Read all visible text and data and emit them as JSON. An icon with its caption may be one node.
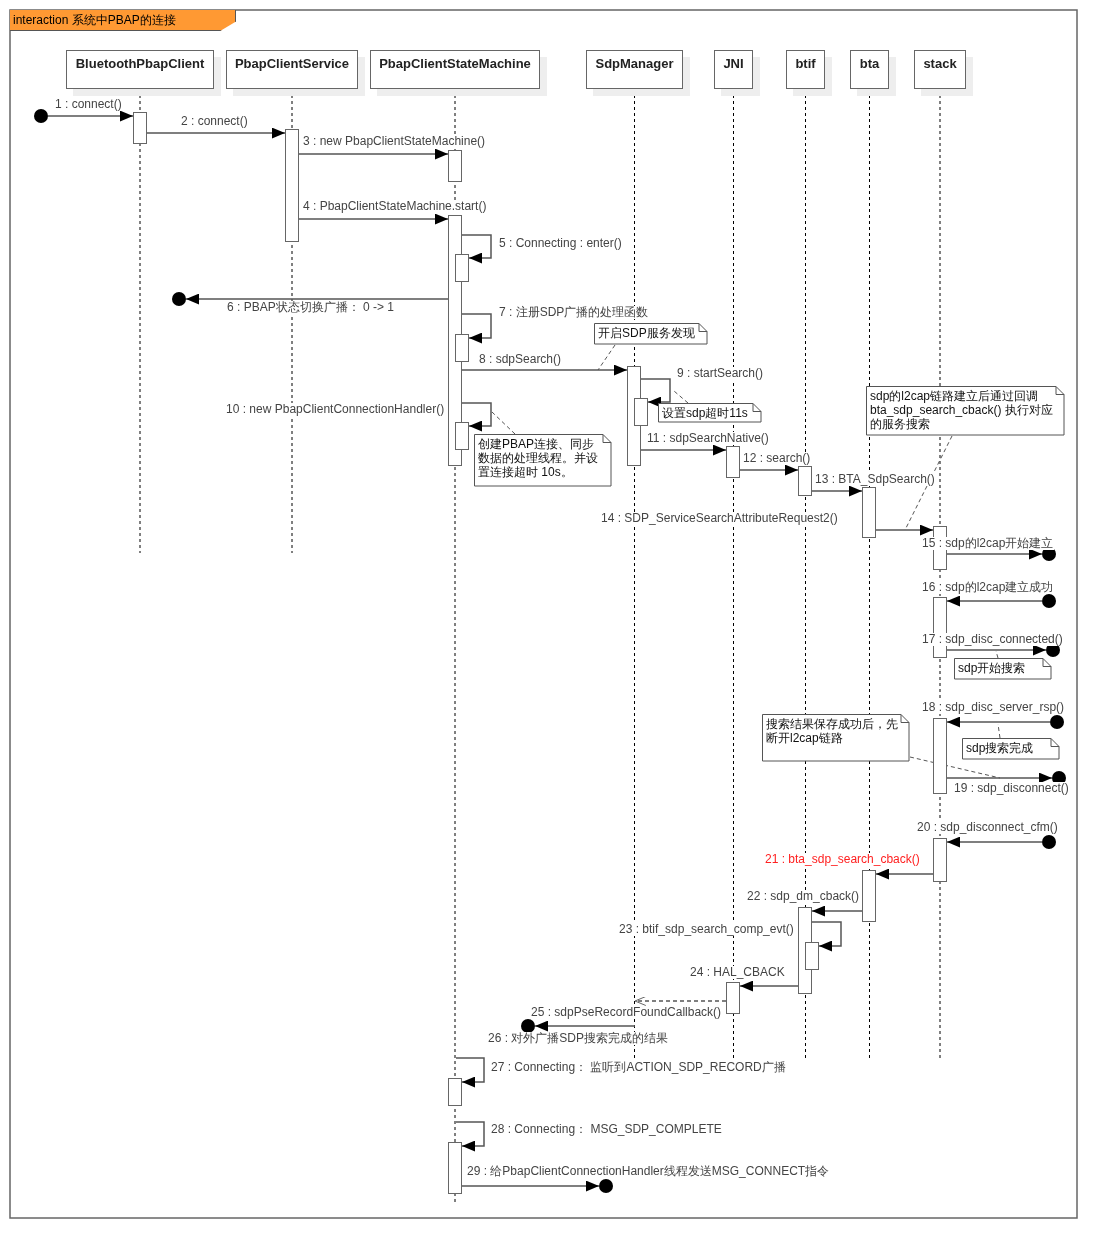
{
  "diagram": {
    "title": "interaction 系统中PBAP的连接",
    "nodes": [
      {
        "text": [
          "BluetoothPbapClient"
        ]
      },
      {
        "text": [
          "PbapClientService"
        ]
      },
      {
        "text": [
          "PbapClientStateMachine"
        ]
      },
      {
        "text": [
          "SdpManager"
        ]
      },
      {
        "text": [
          "JNI"
        ]
      },
      {
        "text": [
          "btif"
        ]
      },
      {
        "text": [
          "bta"
        ]
      },
      {
        "text": [
          "stack"
        ]
      },
      {
        "text": [],
        "shape": "circle"
      },
      {
        "text": [],
        "shape": "bar"
      },
      {
        "text": [],
        "shape": "bar"
      },
      {
        "text": [],
        "shape": "bar"
      },
      {
        "text": [],
        "shape": "bar"
      },
      {
        "text": [],
        "shape": "bar"
      },
      {
        "text": [],
        "shape": "circle"
      },
      {
        "text": [],
        "shape": "bar"
      },
      {
        "text": [
          "开启SDP服务发现"
        ]
      },
      {
        "text": [],
        "shape": "bar"
      },
      {
        "text": [],
        "shape": "bar"
      },
      {
        "text": [
          "设置sdp超时11s"
        ]
      },
      {
        "text": [],
        "shape": "bar"
      },
      {
        "text": [
          "创建PBAP连接、同步数据的处理线程。并设置连接超时 10s。"
        ]
      },
      {
        "text": [
          "sdp的l2cap链路建立后通过回调 bta_sdp_search_cback() 执行对应的服务搜索"
        ]
      },
      {
        "text": [],
        "shape": "bar"
      },
      {
        "text": [],
        "shape": "bar"
      },
      {
        "text": [],
        "shape": "bar"
      },
      {
        "text": [],
        "shape": "bar"
      },
      {
        "text": [],
        "shape": "circle"
      },
      {
        "text": [],
        "shape": "circle"
      },
      {
        "text": [],
        "shape": "bar"
      },
      {
        "text": [],
        "shape": "circle"
      },
      {
        "text": [
          "sdp开始搜索"
        ]
      },
      {
        "text": [
          "搜索结果保存成功后，先断开l2cap链路"
        ]
      },
      {
        "text": [],
        "shape": "circle"
      },
      {
        "text": [],
        "shape": "bar"
      },
      {
        "text": [
          "sdp搜索完成"
        ]
      },
      {
        "text": [],
        "shape": "circle"
      },
      {
        "text": [],
        "shape": "circle"
      },
      {
        "text": [],
        "shape": "bar"
      },
      {
        "text": [],
        "shape": "bar"
      },
      {
        "text": [],
        "shape": "bar"
      },
      {
        "text": [],
        "shape": "bar"
      },
      {
        "text": [],
        "shape": "bar"
      },
      {
        "text": [],
        "shape": "circle"
      },
      {
        "text": [],
        "shape": "bar"
      },
      {
        "text": [],
        "shape": "bar"
      },
      {
        "text": [],
        "shape": "circle"
      }
    ],
    "edges": [
      {
        "from": 8,
        "to": 9,
        "arrow": "to",
        "label": "1 : connect()"
      },
      {
        "from": 9,
        "to": 10,
        "arrow": "to",
        "label": "2 : connect()"
      },
      {
        "from": 10,
        "to": 11,
        "arrow": "to",
        "label": "3 : new PbapClientStateMachine()"
      },
      {
        "from": 10,
        "to": 12,
        "arrow": "to",
        "label": "4 : PbapClientStateMachine.start()"
      },
      {
        "from": 12,
        "to": 13,
        "arrow": "to",
        "label": "5 : Connecting : enter()"
      },
      {
        "from": 12,
        "to": 14,
        "arrow": "to",
        "label": "6 : PBAP状态切换广播：  0 -> 1"
      },
      {
        "from": 12,
        "to": 15,
        "arrow": "to",
        "label": "7 : 注册SDP广播的处理函数"
      },
      {
        "from": 12,
        "to": 17,
        "arrow": "to",
        "label": "8 : sdpSearch()"
      },
      {
        "from": 17,
        "to": 18,
        "arrow": "to",
        "label": "9 : startSearch()"
      },
      {
        "from": 12,
        "to": 20,
        "arrow": "to",
        "label": "10 : new PbapClientConnectionHandler()"
      },
      {
        "from": 17,
        "to": 23,
        "arrow": "to",
        "label": "11 : sdpSearchNative()"
      },
      {
        "from": 23,
        "to": 24,
        "arrow": "to",
        "label": "12 : search()"
      },
      {
        "from": 24,
        "to": 25,
        "arrow": "to",
        "label": "13 : BTA_SdpSearch()"
      },
      {
        "from": 25,
        "to": 26,
        "arrow": "to",
        "label": "14 : SDP_ServiceSearchAttributeRequest2()"
      },
      {
        "from": 26,
        "to": 27,
        "arrow": "to",
        "label": "15 : sdp的l2cap开始建立"
      },
      {
        "from": 28,
        "to": 29,
        "arrow": "to",
        "label": "16 : sdp的l2cap建立成功"
      },
      {
        "from": 29,
        "to": 30,
        "arrow": "to",
        "label": "17 : sdp_disc_connected()"
      },
      {
        "from": 33,
        "to": 34,
        "arrow": "to",
        "label": "18 : sdp_disc_server_rsp()"
      },
      {
        "from": 34,
        "to": 36,
        "arrow": "to",
        "label": "19 : sdp_disconnect()"
      },
      {
        "from": 37,
        "to": 38,
        "arrow": "to",
        "label": "20 : sdp_disconnect_cfm()"
      },
      {
        "from": 38,
        "to": 39,
        "arrow": "to",
        "label": "21 : bta_sdp_search_cback()"
      },
      {
        "from": 39,
        "to": 40,
        "arrow": "to",
        "label": "22 : sdp_dm_cback()"
      },
      {
        "from": 40,
        "to": 41,
        "arrow": "to",
        "label": "23 : btif_sdp_search_comp_evt()"
      },
      {
        "from": 40,
        "to": 42,
        "arrow": "to",
        "label": "24 : HAL_CBACK"
      },
      {
        "from": 42,
        "to": null,
        "arrow": "to",
        "style": "dashed",
        "label": "25 : sdpPseRecordFoundCallback()"
      },
      {
        "from": null,
        "to": 43,
        "arrow": "to",
        "label": "26 : 对外广播SDP搜索完成的结果"
      },
      {
        "from": null,
        "to": 44,
        "arrow": "to",
        "label": "27 : Connecting：  监听到ACTION_SDP_RECORD广播"
      },
      {
        "from": null,
        "to": 45,
        "arrow": "to",
        "label": "28 : Connecting：  MSG_SDP_COMPLETE"
      },
      {
        "from": 45,
        "to": 46,
        "arrow": "to",
        "label": "29 : 给PbapClientConnectionHandler线程发送MSG_CONNECT指令"
      },
      {
        "from": 16,
        "to": null,
        "arrow": "none",
        "style": "dashed"
      },
      {
        "from": 19,
        "to": null,
        "arrow": "none",
        "style": "dashed"
      },
      {
        "from": 21,
        "to": null,
        "arrow": "none",
        "style": "dashed"
      },
      {
        "from": 22,
        "to": null,
        "arrow": "none",
        "style": "dashed"
      },
      {
        "from": 31,
        "to": null,
        "arrow": "none",
        "style": "dashed"
      },
      {
        "from": 32,
        "to": null,
        "arrow": "none",
        "style": "dashed"
      },
      {
        "from": 35,
        "to": null,
        "arrow": "none",
        "style": "dashed"
      }
    ]
  }
}
